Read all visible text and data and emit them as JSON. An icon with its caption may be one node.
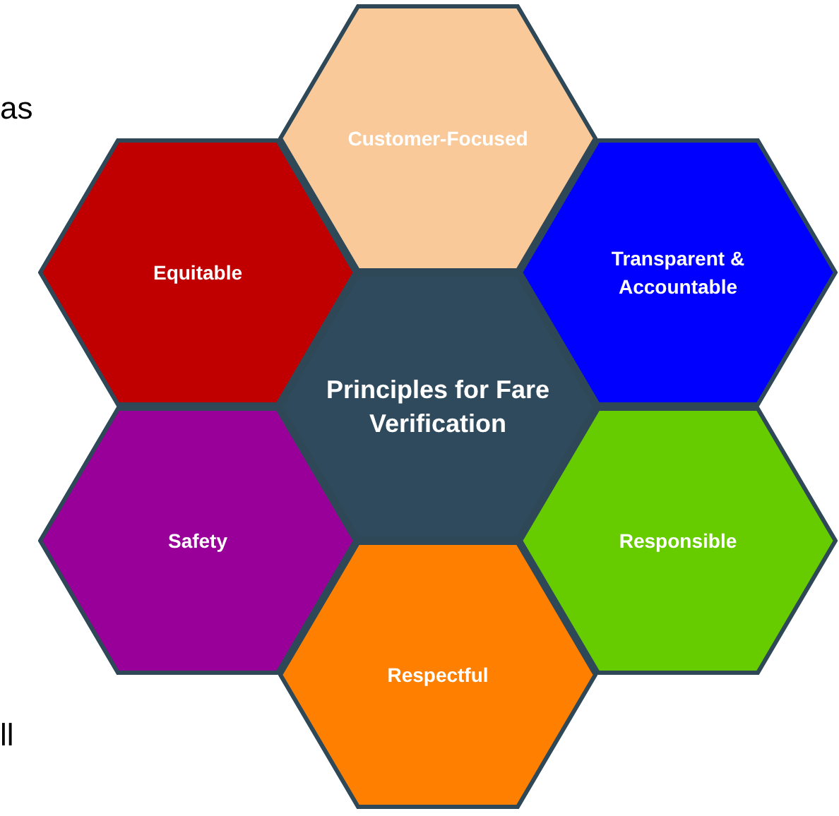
{
  "diagram": {
    "nodes": [
      {
        "text": [
          "Customer-Focused"
        ]
      },
      {
        "text": [
          "Equitable"
        ]
      },
      {
        "text": [
          "Transparent & Accountable"
        ]
      },
      {
        "text": [
          "Principles for Fare Verification"
        ]
      },
      {
        "text": [
          "Safety"
        ]
      },
      {
        "text": [
          "Responsible"
        ]
      },
      {
        "text": [
          "Respectful"
        ]
      }
    ],
    "labels": [
      "as",
      "ll"
    ]
  }
}
